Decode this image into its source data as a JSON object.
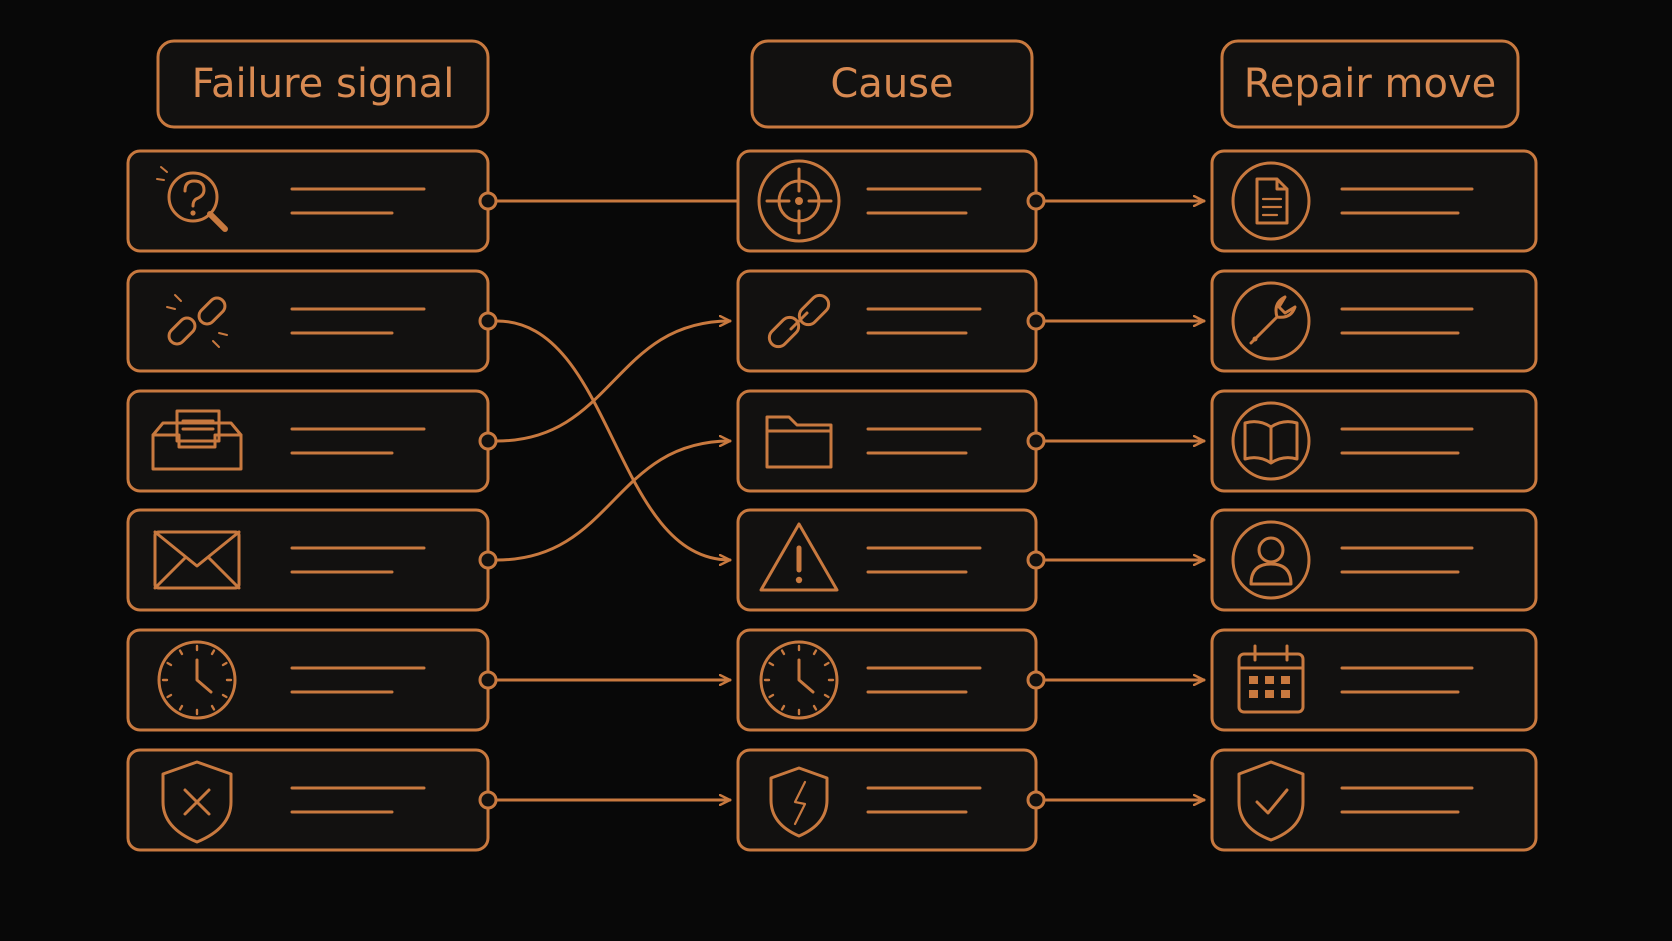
{
  "colors": {
    "background": "#080808",
    "card_fill": "#121110",
    "stroke": "#c8793f",
    "text": "#d88a52"
  },
  "columns": [
    {
      "key": "failure",
      "title": "Failure signal",
      "icons": [
        "question-magnifier-icon",
        "broken-link-icon",
        "inbox-tray-icon",
        "envelope-icon",
        "clock-icon",
        "shield-x-icon"
      ]
    },
    {
      "key": "cause",
      "title": "Cause",
      "icons": [
        "target-icon",
        "chain-link-icon",
        "folder-icon",
        "warning-triangle-icon",
        "clock-icon",
        "cracked-shield-icon"
      ]
    },
    {
      "key": "repair",
      "title": "Repair move",
      "icons": [
        "document-icon",
        "wrench-icon",
        "open-book-icon",
        "person-icon",
        "calendar-icon",
        "shield-check-icon"
      ]
    }
  ],
  "connections": [
    {
      "from_column": 0,
      "from_row": 0,
      "to_column": 1,
      "to_row": 0,
      "arrow": false
    },
    {
      "from_column": 0,
      "from_row": 1,
      "to_column": 1,
      "to_row": 3,
      "arrow": true
    },
    {
      "from_column": 0,
      "from_row": 2,
      "to_column": 1,
      "to_row": 1,
      "arrow": true
    },
    {
      "from_column": 0,
      "from_row": 3,
      "to_column": 1,
      "to_row": 2,
      "arrow": true
    },
    {
      "from_column": 0,
      "from_row": 4,
      "to_column": 1,
      "to_row": 4,
      "arrow": true
    },
    {
      "from_column": 0,
      "from_row": 5,
      "to_column": 1,
      "to_row": 5,
      "arrow": true
    },
    {
      "from_column": 1,
      "from_row": 0,
      "to_column": 2,
      "to_row": 0,
      "arrow": true
    },
    {
      "from_column": 1,
      "from_row": 1,
      "to_column": 2,
      "to_row": 1,
      "arrow": true
    },
    {
      "from_column": 1,
      "from_row": 2,
      "to_column": 2,
      "to_row": 2,
      "arrow": true
    },
    {
      "from_column": 1,
      "from_row": 3,
      "to_column": 2,
      "to_row": 3,
      "arrow": true
    },
    {
      "from_column": 1,
      "from_row": 4,
      "to_column": 2,
      "to_row": 4,
      "arrow": true
    },
    {
      "from_column": 1,
      "from_row": 5,
      "to_column": 2,
      "to_row": 5,
      "arrow": true
    }
  ]
}
